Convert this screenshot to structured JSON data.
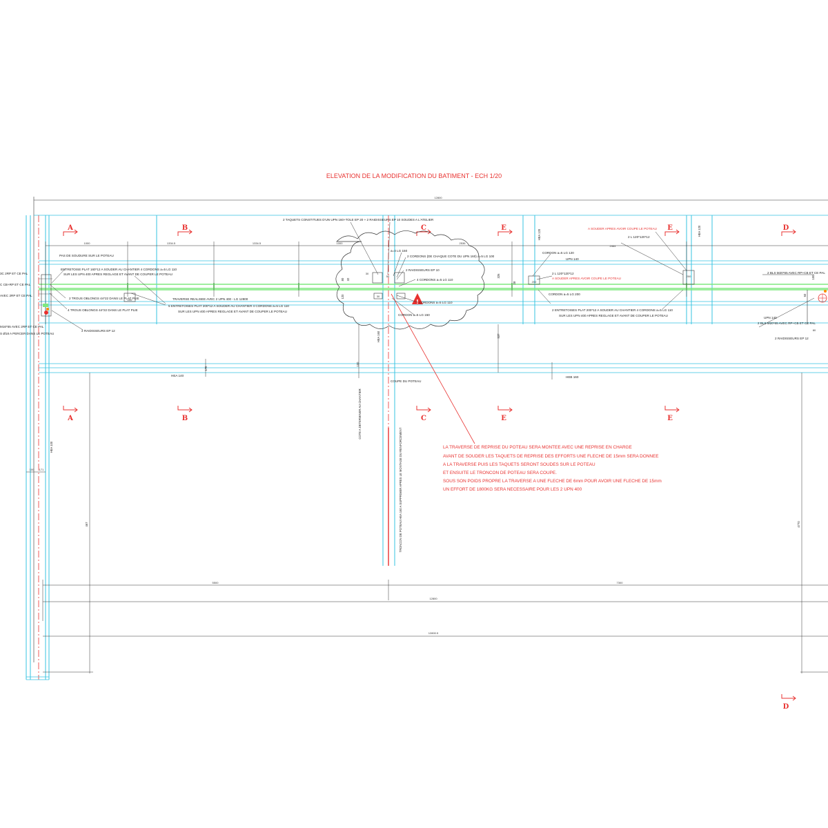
{
  "title": "ELEVATION DE LA MODIFICATION DU BATIMENT  - ECH 1/20",
  "colors": {
    "annotation": "#e8312f",
    "beam": "#7ee87e",
    "column": "#35c3e0",
    "linework": "#333333"
  },
  "section_markers": {
    "a_top": "A",
    "b_top": "B",
    "c_top": "C",
    "e_top": "E",
    "d_top": "D",
    "a_bottom": "A",
    "b_bottom": "B",
    "c_bottom": "C",
    "e_bottom": "E",
    "e2_bottom": "E",
    "d_lower": "D"
  },
  "dimensions": {
    "overall_top": "12800",
    "span_1": "1000",
    "span_2": "1334.5",
    "span_3": "1334.5",
    "span_4": "1000",
    "span_5": "2536",
    "span_6": "2464",
    "bottom_left": "5500",
    "bottom_right": "7300",
    "bottom_mid": "12800",
    "bottom_total": "12800.5",
    "height_left": "467",
    "height_right": "4770",
    "col_offset_a": "100",
    "col_offset_b": "171",
    "v_170": "170",
    "v_100": "100",
    "v_326": "326",
    "v_537": "537",
    "v_200a": "200",
    "v_200b": "200",
    "v_200c": "200",
    "v_80": "80",
    "v_120": "120",
    "v_32": "32",
    "v_30a": "30",
    "v_30b": "30",
    "v_50": "50",
    "v_28": "28",
    "v_60": "60",
    "v_100b": "100",
    "v_80b": "80"
  },
  "labels": {
    "taquets": "2 TAQUETS CONSTITUES D'UN UPN 160+TOLE EP 20 + 2 RAIDISSEURS EP 10 SOUDES A L'ATELIER",
    "pas_de_soudure": "PAS DE SOUDURE SUR LE POTEAU",
    "entretoise_plat_1": "ENTRETOISE PLAT 160*12 A SOUDER AU CHANTIER  4 CORDONS a=5 LG 110",
    "entretoise_plat_2": "SUR LES UPN 400 APRES REGLAGE ET AVANT DE COUPER LE POTEAU",
    "trous_oblongs_1": "2 TROUS OBLONGS 44*22 DANS LE PLAT PLIE",
    "trous_oblongs_2": "4 TROUS OBLONGS 44*22 DANS LE PLAT PLIE",
    "traverse": "TRAVERSE REALISEE AVEC 2 UPN 400 - LG 12800",
    "entretoises_left_1": "5 ENTRETOISES PLAT 200*12 A SOUDER AU CHANTIER  4 CORDONS a=5 LG 110",
    "entretoises_left_2": "SUR LES UPN 400 APRES REGLAGE ET AVANT DE COUPER LE POTEAU",
    "raidisseurs_left": "2 RAIDISSEURS  EP 12",
    "hea140": "HEA 140",
    "left_edge_1": "3C 2RP ET CE PAL",
    "left_edge_2": "C CB+RP ET CE PAL",
    "left_edge_3": "AVEC 2RP ET CE PAL",
    "left_edge_4": "M16*55 AVEC 2RP ET CE PAL",
    "left_edge_5": "S Ø18 A PERCER DANS LE POTEAU",
    "hea100_left": "HEA 100",
    "a4_lg150": "a=4 LG 150",
    "cordons_2": "2 CORDONS (DE CHAQUE COTE DU UPN 160) a=5 LG 100",
    "raidisseurs_ep10": "2 RAIDISSEURS  EP 10",
    "cordons_4": "4 CORDONS a=5 LG 110",
    "cordons_lg110": "CORDONS a=5 LG 110",
    "cordon_lg150": "CORDON a=5 LG 150",
    "hea160_mid": "HEA 160",
    "coupe_poteau": "COUPE DU POTEAU",
    "cote_determiner": "COTE A DETERMINER AU CHANTIER",
    "troncon_vertical": "TRONCON DE POTEAU HEA 160 A SUPPRIMER APRES LE MONTAGE DU RENFORCEMENT",
    "upn140_a": "UPN 140",
    "cordon_lg120": "CORDON a=5 LG 120",
    "plat_21_a": "2 L 120*120*12",
    "a_souder_apres_1": "A SOUDER APRES AVOIR COUPE LE POTEAU",
    "cordon_lg200": "CORDON a=5 LG 200",
    "entretoises_right_1": "2 ENTRETOISES PLAT 200*12 A SOUDER AU CHANTIER  4 CORDONS a=5 LG 110",
    "entretoises_right_2": "SUR LES UPN 400 APRES REGLAGE ET AVANT DE COUPER LE POTEAU",
    "heb160": "HEB 160",
    "a_souder_apres_top": "A SOUDER APRES AVOIR COUPE LE POTEAU",
    "plat_21_b": "2 L 120*120*12",
    "hea120_right": "HEA 120",
    "hea120_top": "HEA 120",
    "bls_1": "2 BLS M20*65 AVEC RP+CB ET CE PAL",
    "bls_2": "2 BLS M20*65 AVEC RP+CB ET CE PAL",
    "upn140_b": "UPN 140",
    "raidisseurs_right": "2 RAIDISSEURS EP 12",
    "hea160_col": "HEA 160",
    "note_lines": [
      "LA TRAVERSE DE REPRISE DU POTEAU SERA MONTEE AVEC UNE REPRISE EN CHARGE",
      "AVANT DE SOUDER LES TAQUETS DE REPRISE DES EFFORTS UNE FLECHE DE 15mm SERA DONNEE",
      "A LA TRAVERSE PUIS LES TAQUETS SERONT SOUDES SUR LE POTEAU",
      "ET ENSUITE LE TRONCON DE POTEAU SERA COUPE.",
      "SOUS SON POIDS PROPRE LA TRAVERSE A UNE FLECHE DE 6mm POUR AVOIR UNE FLECHE DE 15mm",
      "UN EFFORT DE 1800KG SERA NECESSAIRE POUR LES 2 UPN 400"
    ]
  }
}
